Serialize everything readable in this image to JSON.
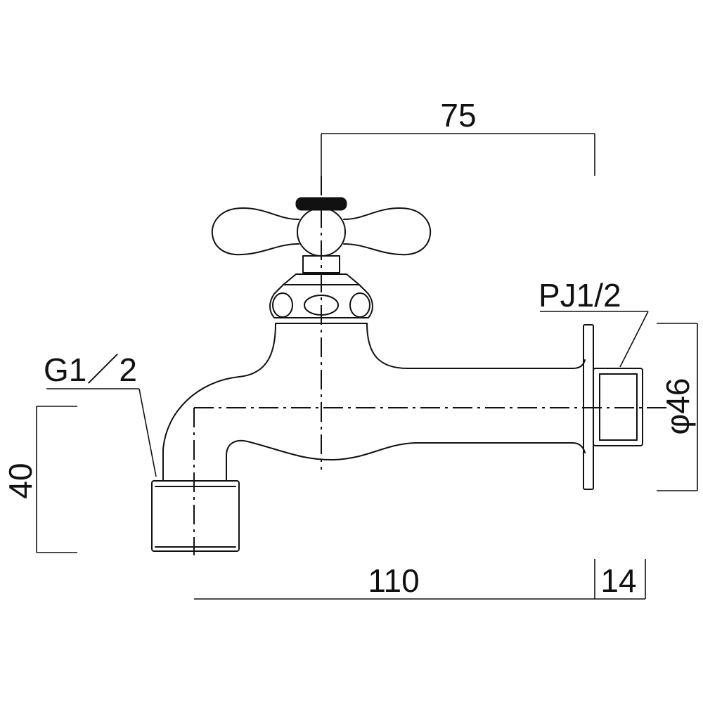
{
  "dimensions": {
    "handle_offset": "75",
    "outlet_height": "40",
    "projection": "110",
    "thread_length": "14",
    "flange_diameter": "φ46"
  },
  "labels": {
    "outlet_thread": "G1／2",
    "inlet_thread": "PJ1/2"
  }
}
